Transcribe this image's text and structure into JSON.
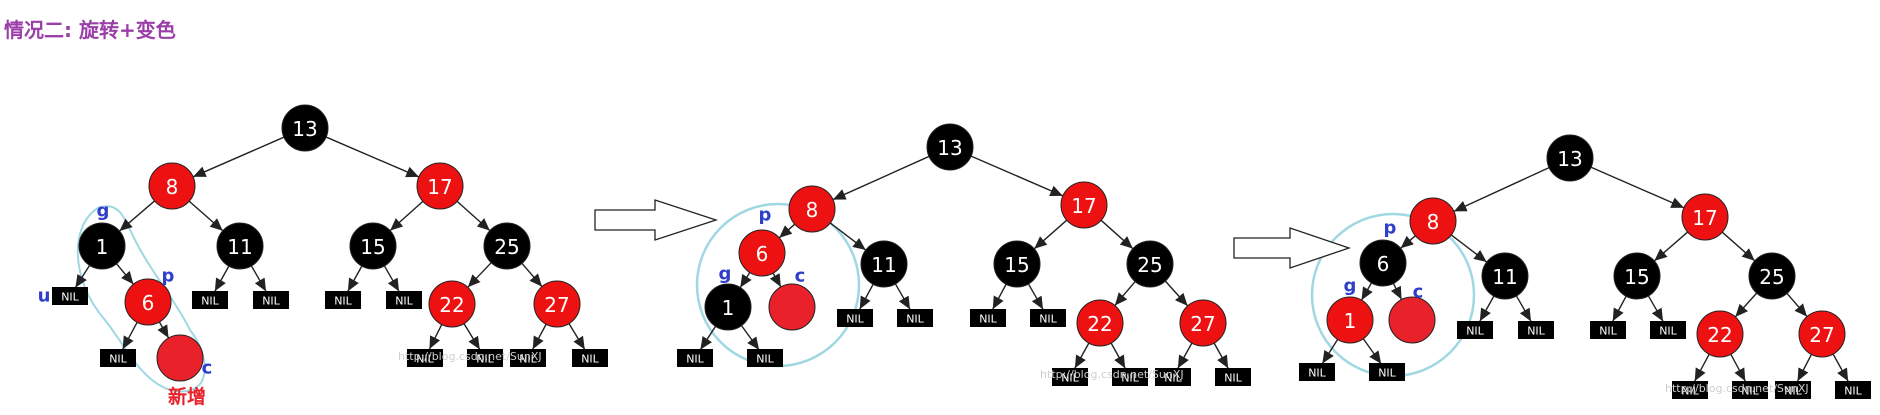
{
  "title": "情况二: 旋转+变色",
  "colors": {
    "red": "#ee1111",
    "black": "#000000",
    "title": "#9b3fa8",
    "tag": "#2f3fc9",
    "highlight": "#9fd7e3",
    "new_node": "#e8212b"
  },
  "watermarks": [
    "http://blog.csdn.net/SunXJ",
    "http://blog.csdn.net/SunXJ",
    "http://blog.csdn.net/SunXJ"
  ],
  "trees": [
    {
      "nodes": [
        {
          "id": "n13",
          "label": "13",
          "color": "black"
        },
        {
          "id": "n8",
          "label": "8",
          "color": "red"
        },
        {
          "id": "n17",
          "label": "17",
          "color": "red"
        },
        {
          "id": "n1",
          "label": "1",
          "color": "black"
        },
        {
          "id": "n11",
          "label": "11",
          "color": "black"
        },
        {
          "id": "n15",
          "label": "15",
          "color": "black"
        },
        {
          "id": "n25",
          "label": "25",
          "color": "black"
        },
        {
          "id": "n6",
          "label": "6",
          "color": "red"
        },
        {
          "id": "n22",
          "label": "22",
          "color": "red"
        },
        {
          "id": "n27",
          "label": "27",
          "color": "red"
        },
        {
          "id": "nc",
          "label": "",
          "color": "red"
        }
      ],
      "nil_label": "NIL",
      "tags": [
        {
          "text": "g",
          "for": "n1"
        },
        {
          "text": "u",
          "for": "nil-u"
        },
        {
          "text": "p",
          "for": "n6"
        },
        {
          "text": "c",
          "for": "nc"
        }
      ],
      "new_label": "新增"
    },
    {
      "nodes": [
        {
          "id": "n13",
          "label": "13",
          "color": "black"
        },
        {
          "id": "n8",
          "label": "8",
          "color": "red"
        },
        {
          "id": "n17",
          "label": "17",
          "color": "red"
        },
        {
          "id": "n6",
          "label": "6",
          "color": "red"
        },
        {
          "id": "n11",
          "label": "11",
          "color": "black"
        },
        {
          "id": "n15",
          "label": "15",
          "color": "black"
        },
        {
          "id": "n25",
          "label": "25",
          "color": "black"
        },
        {
          "id": "n1",
          "label": "1",
          "color": "black"
        },
        {
          "id": "nc",
          "label": "",
          "color": "red"
        },
        {
          "id": "n22",
          "label": "22",
          "color": "red"
        },
        {
          "id": "n27",
          "label": "27",
          "color": "red"
        }
      ],
      "nil_label": "NIL",
      "tags": [
        {
          "text": "p",
          "for": "n6"
        },
        {
          "text": "g",
          "for": "n1"
        },
        {
          "text": "c",
          "for": "nc"
        }
      ]
    },
    {
      "nodes": [
        {
          "id": "n13",
          "label": "13",
          "color": "black"
        },
        {
          "id": "n8",
          "label": "8",
          "color": "red"
        },
        {
          "id": "n17",
          "label": "17",
          "color": "red"
        },
        {
          "id": "n6",
          "label": "6",
          "color": "black"
        },
        {
          "id": "n11",
          "label": "11",
          "color": "black"
        },
        {
          "id": "n15",
          "label": "15",
          "color": "black"
        },
        {
          "id": "n25",
          "label": "25",
          "color": "black"
        },
        {
          "id": "n1",
          "label": "1",
          "color": "red"
        },
        {
          "id": "nc",
          "label": "",
          "color": "red"
        },
        {
          "id": "n22",
          "label": "22",
          "color": "red"
        },
        {
          "id": "n27",
          "label": "27",
          "color": "red"
        }
      ],
      "nil_label": "NIL",
      "tags": [
        {
          "text": "p",
          "for": "n6"
        },
        {
          "text": "g",
          "for": "n1"
        },
        {
          "text": "c",
          "for": "nc"
        }
      ]
    }
  ],
  "arrows": [
    "transform-arrow-1",
    "transform-arrow-2"
  ]
}
